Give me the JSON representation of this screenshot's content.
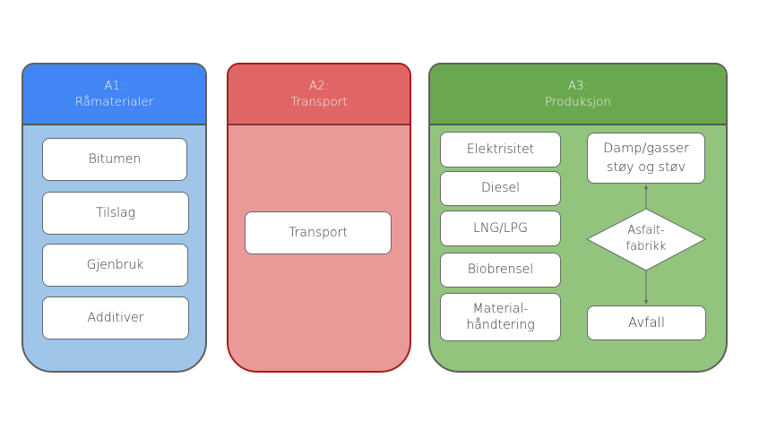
{
  "panels": [
    {
      "id": "A1",
      "title_line1": "A1:",
      "title_line2": "Råmaterialer",
      "header_color": "#4285f4",
      "body_color": "#9fc5e8",
      "items": [
        "Bitumen",
        "Tilslag",
        "Gjenbruk",
        "Additiver"
      ]
    },
    {
      "id": "A2",
      "title_line1": "A2:",
      "title_line2": "Transport",
      "header_color": "#e06666",
      "body_color": "#ea9999",
      "items": [
        "Transport"
      ]
    },
    {
      "id": "A3",
      "title_line1": "A3:",
      "title_line2": "Produksjon",
      "header_color": "#6aa84f",
      "body_color": "#93c47d",
      "inputs": [
        "Elektrisitet",
        "Diesel",
        "LNG/LPG",
        "Biobrensel",
        "Material-\nhåndtering"
      ],
      "emissions": "Damp/gasser\nstøy og støv",
      "process": "Asfalt-\nfabrikk",
      "waste": "Avfall"
    }
  ]
}
